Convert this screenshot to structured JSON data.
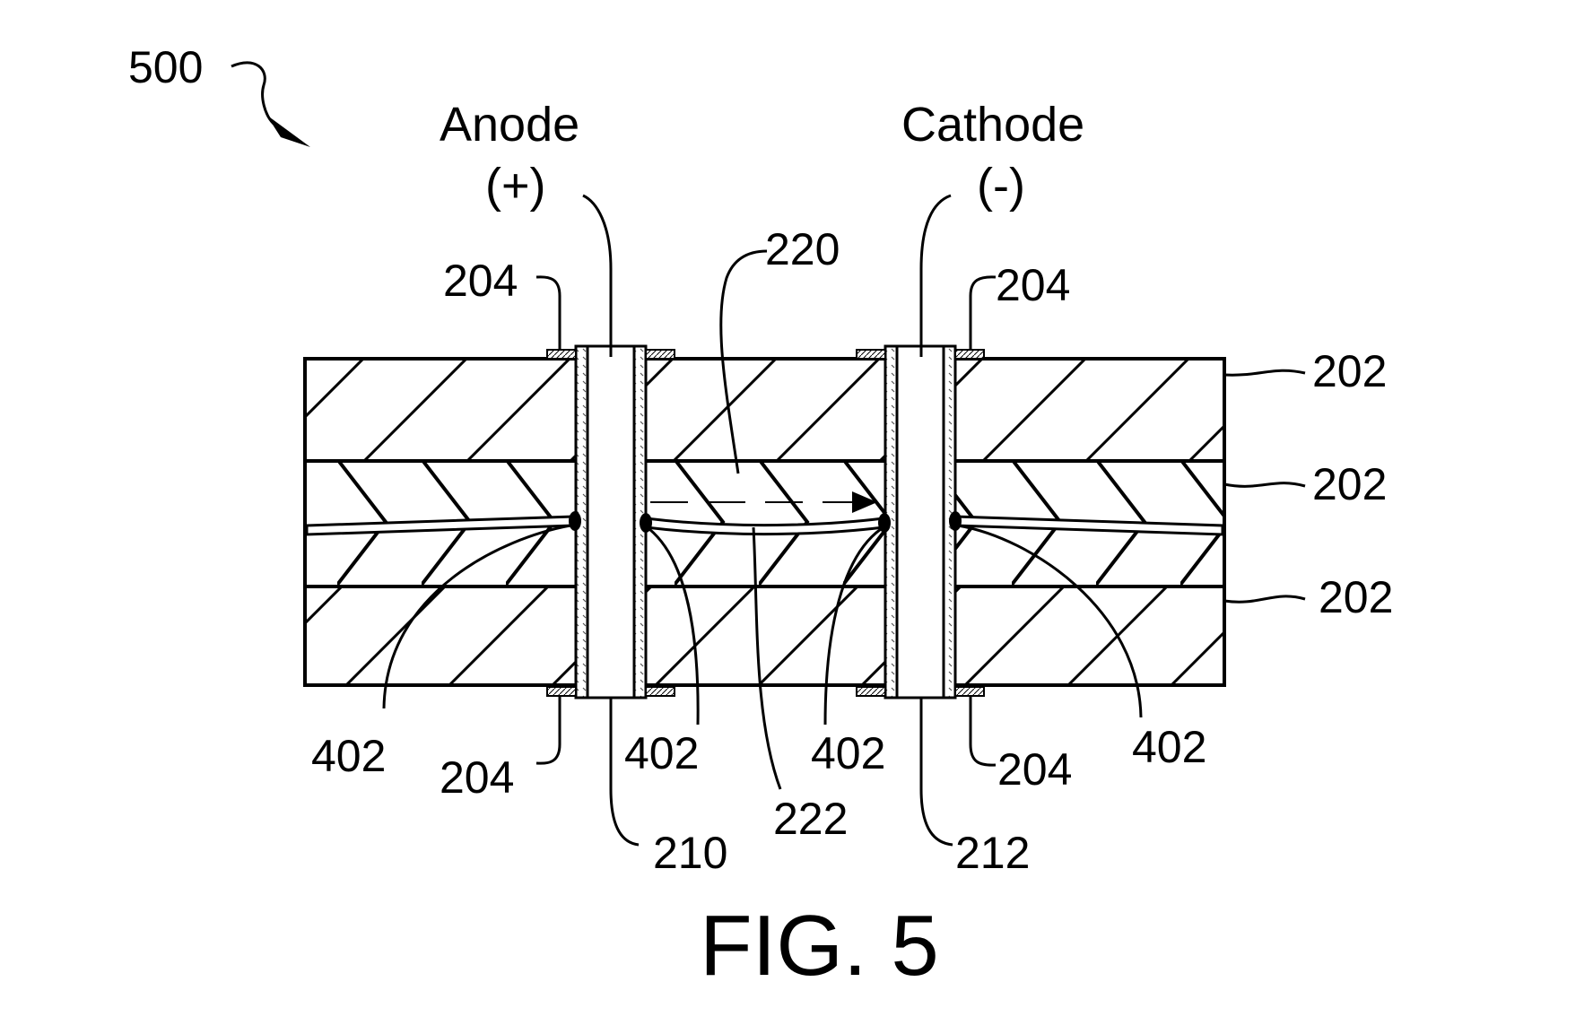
{
  "figure_ref": "500",
  "caption": "FIG. 5",
  "terminals": {
    "anode": {
      "name": "Anode",
      "polarity": "(+)"
    },
    "cathode": {
      "name": "Cathode",
      "polarity": "(-)"
    }
  },
  "callouts": {
    "pad_top_left": "204",
    "pad_top_right": "204",
    "pad_bottom_left": "204",
    "pad_bottom_right": "204",
    "layer_top": "202",
    "layer_middle": "202",
    "layer_bottom": "202",
    "current_path": "220",
    "trace": "222",
    "via_anode": "210",
    "via_cathode": "212",
    "junction_1": "402",
    "junction_2": "402",
    "junction_3": "402",
    "junction_4": "402"
  },
  "colors": {
    "ink": "#000000",
    "paper": "#ffffff"
  }
}
